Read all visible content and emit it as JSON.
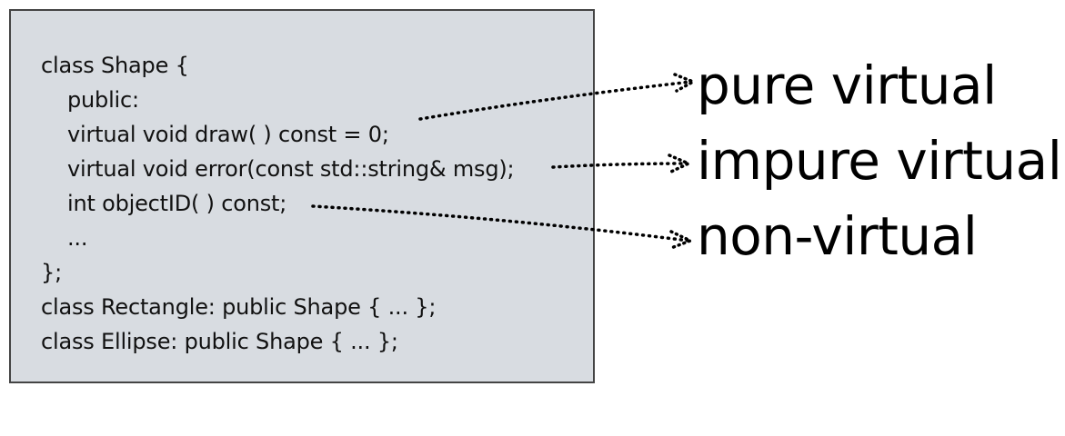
{
  "code": {
    "lines": [
      "class Shape {",
      "public:",
      "virtual void draw( ) const = 0;",
      "virtual void error(const std::string& msg);",
      "int objectID( ) const;",
      "...",
      "};",
      "class Rectangle: public Shape { ... };",
      "class Ellipse: public Shape { ... };"
    ]
  },
  "labels": {
    "pure": "pure virtual",
    "impure": "impure virtual",
    "nonvirtual": "non-virtual"
  },
  "colors": {
    "box_fill": "#d8dce1",
    "box_border": "#444444",
    "text": "#000000"
  }
}
